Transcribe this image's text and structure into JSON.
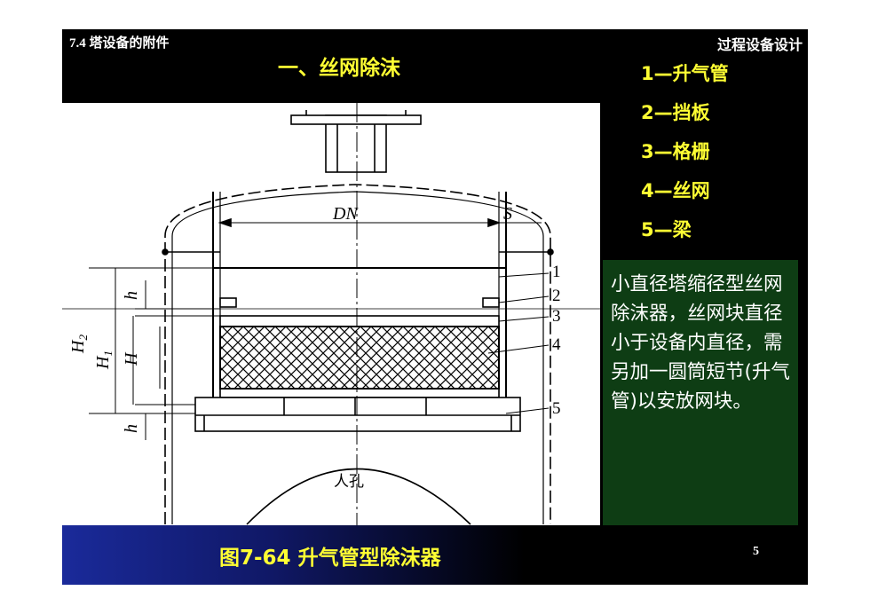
{
  "header": {
    "section": "7.4 塔设备的附件",
    "course": "过程设备设计",
    "title": "一、丝网除沫"
  },
  "legend": [
    "1—升气管",
    "2—挡板",
    "3—格栅",
    "4—丝网",
    "5—梁"
  ],
  "note": "小直径塔缩径型丝网除沫器，丝网块直径小于设备内直径，需另加一圆筒短节(升气管)以安放网块。",
  "figure": {
    "labels": {
      "dn": "DN",
      "s": "S",
      "h": "h",
      "h_big": "H",
      "h1": "H1",
      "h2": "H2",
      "manhole": "人孔"
    },
    "parts": [
      "1",
      "2",
      "3",
      "4",
      "5"
    ]
  },
  "footer": {
    "caption": "图7-64  升气管型除沫器",
    "page": "5"
  },
  "colors": {
    "background": "#000000",
    "accent_yellow": "#ffff33",
    "note_bg": "#0e3d14",
    "footer_blue": "#1a2a9a"
  }
}
